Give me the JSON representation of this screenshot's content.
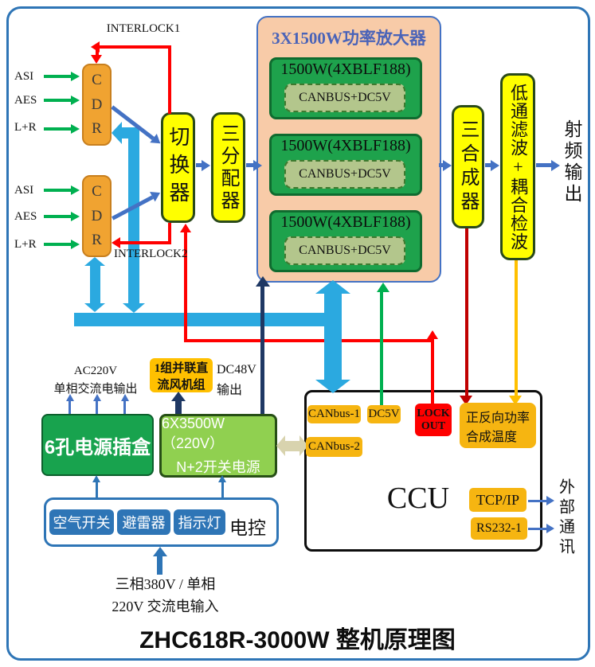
{
  "diagram_title": "ZHC618R-3000W 整机原理图",
  "labels": {
    "interlock1": "INTERLOCK1",
    "interlock2": "INTERLOCK2",
    "rf_output": "射频输出",
    "external_comm": "外部通讯"
  },
  "inputs": {
    "group1": {
      "asi": "ASI",
      "aes": "AES",
      "lr": "L+R"
    },
    "group2": {
      "asi": "ASI",
      "aes": "AES",
      "lr": "L+R"
    }
  },
  "cdr1": {
    "l1": "C",
    "l2": "D",
    "l3": "R"
  },
  "cdr2": {
    "l1": "C",
    "l2": "D",
    "l3": "R"
  },
  "switcher": "切换器",
  "splitter": "三分配器",
  "amplifier": {
    "title": "3X1500W功率放大器",
    "units": [
      {
        "label": "1500W(4XBLF188)",
        "sub": "CANBUS+DC5V"
      },
      {
        "label": "1500W(4XBLF188)",
        "sub": "CANBUS+DC5V"
      },
      {
        "label": "1500W(4XBLF188)",
        "sub": "CANBUS+DC5V"
      }
    ]
  },
  "combiner": "三合成器",
  "filter": "低通滤波+耦合检波",
  "ccu": {
    "title": "CCU",
    "canbus1": "CANbus-1",
    "canbus2": "CANbus-2",
    "dc5v": "DC5V",
    "lockout": {
      "l1": "LOCK",
      "l2": "OUT"
    },
    "power_temp": {
      "l1": "正反向功率",
      "l2": "合成温度"
    },
    "tcpip": "TCP/IP",
    "rs232": "RS232-1"
  },
  "power": {
    "ac_out": {
      "l1": "AC220V",
      "l2": "单相交流电输出"
    },
    "socket_box": "6孔电源插盒",
    "fan": {
      "l1": "1组并联直",
      "l2": "流风机组"
    },
    "dc48": {
      "l1": "DC48V",
      "l2": "输出"
    },
    "psu": {
      "l1": "6X3500W（220V）",
      "l2": "N+2开关电源"
    }
  },
  "control": {
    "air_switch": "空气开关",
    "arrester": "避雷器",
    "indicator": "指示灯",
    "label": "电控",
    "mains": {
      "l1": "三相380V / 单相",
      "l2": "220V 交流电输入"
    }
  },
  "colors": {
    "outer_border": "#2E75B6",
    "box_yellow": "#FFFF00",
    "cdr_orange": "#F0A331",
    "amp_bg": "#F8CBA8",
    "amp_title_blue": "#4A63B8",
    "pa_green": "#1EA24C",
    "pa_inner_olive": "#B3C68C",
    "tag_orange": "#F6B511",
    "red": "#FF0000",
    "dark_red": "#C00000",
    "signal_green": "#00B050",
    "cyan": "#2BA9E0",
    "navy": "#1F3864",
    "royal_blue": "#4472C4",
    "orange_line": "#FFC000",
    "socket_green": "#18A34E",
    "psu_green": "#90D050",
    "control_blue": "#2E75B6",
    "olive_arrow": "#D8D3AE"
  }
}
